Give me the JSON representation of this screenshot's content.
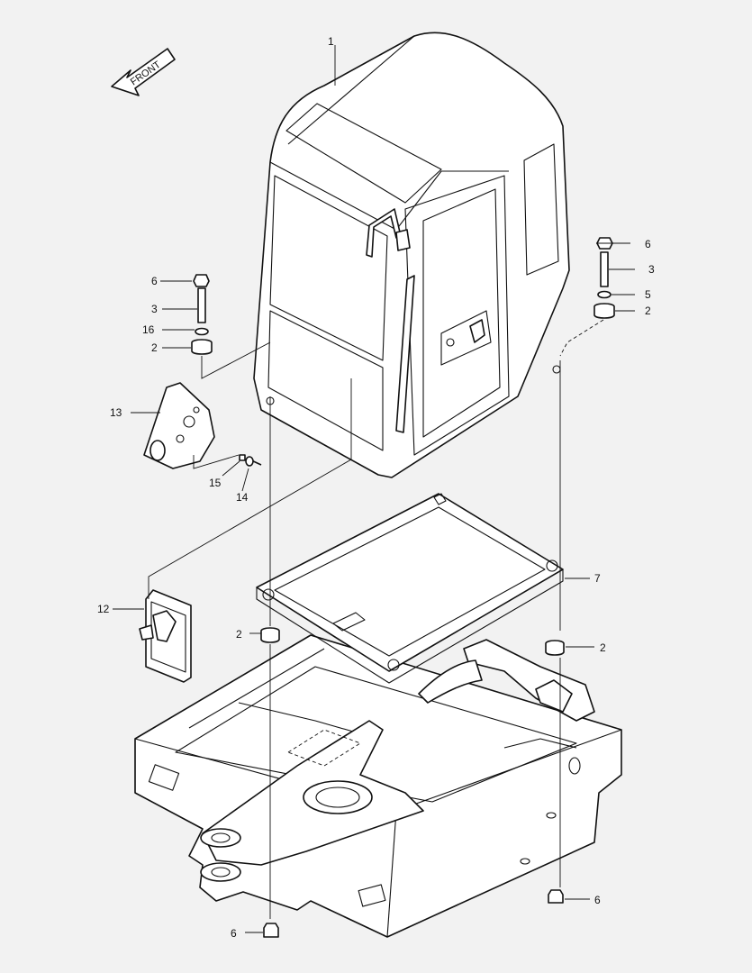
{
  "front_label": "FRONT",
  "callouts": [
    {
      "id": "1"
    },
    {
      "id": "6"
    },
    {
      "id": "3"
    },
    {
      "id": "16"
    },
    {
      "id": "2"
    },
    {
      "id": "5"
    },
    {
      "id": "13"
    },
    {
      "id": "15"
    },
    {
      "id": "14"
    },
    {
      "id": "7"
    },
    {
      "id": "12"
    }
  ]
}
